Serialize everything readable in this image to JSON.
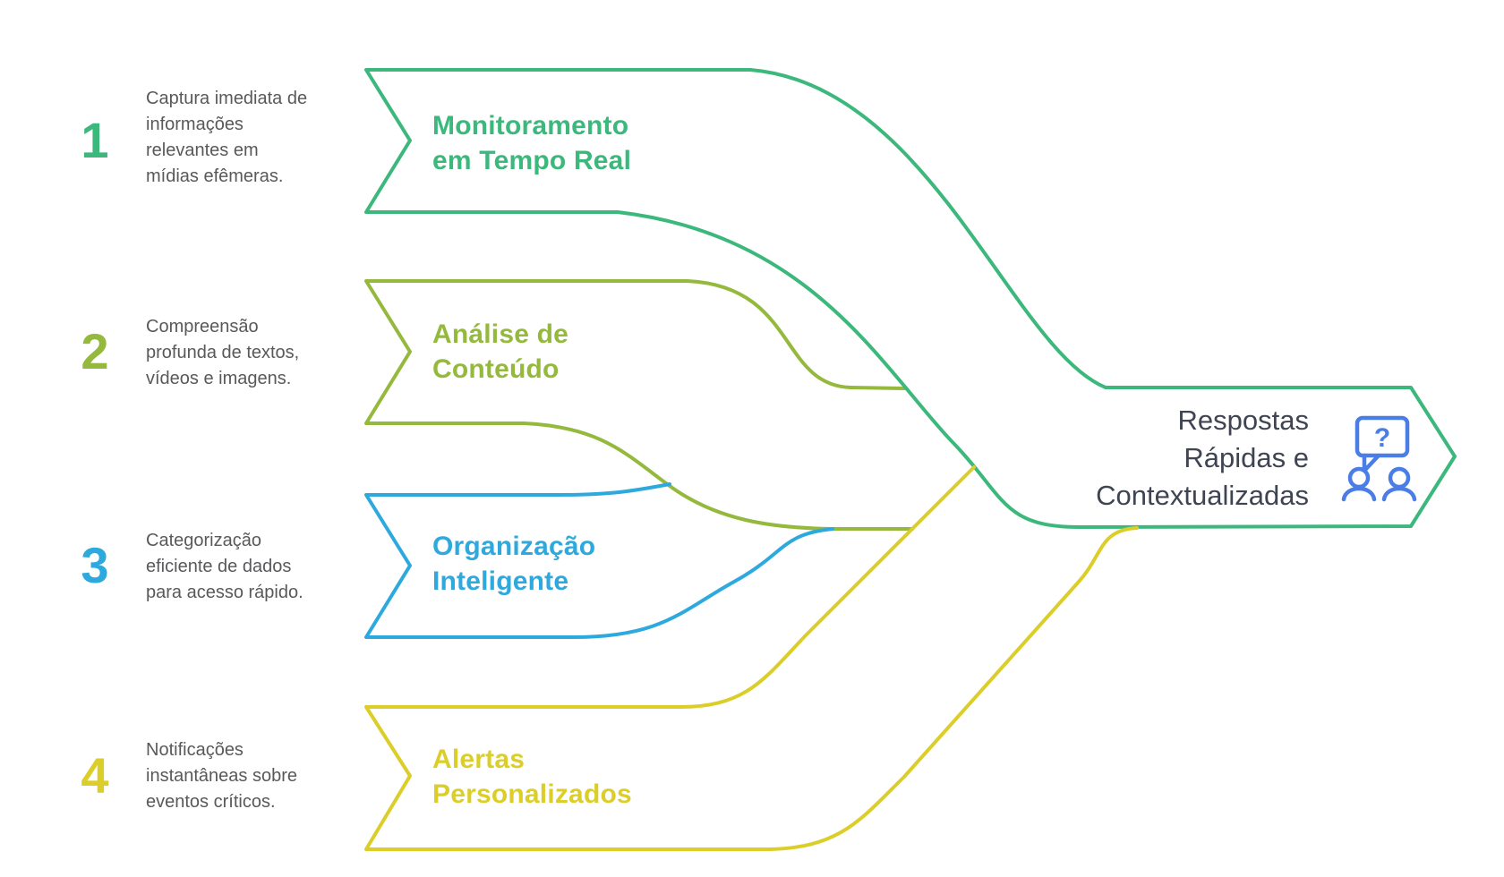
{
  "steps": [
    {
      "number": "1",
      "description": "Captura imediata de\ninformações\nrelevantes em\nmídias efêmeras.",
      "label": "Monitoramento\nem Tempo Real",
      "color": "#3cb87c"
    },
    {
      "number": "2",
      "description": "Compreensão\nprofunda de textos,\nvídeos e imagens.",
      "label": "Análise de\nConteúdo",
      "color": "#94b93c"
    },
    {
      "number": "3",
      "description": "Categorização\neficiente de dados\npara acesso rápido.",
      "label": "Organização\nInteligente",
      "color": "#2ea9de"
    },
    {
      "number": "4",
      "description": "Notificações\ninstantâneas sobre\neventos críticos.",
      "label": "Alertas\nPersonalizados",
      "color": "#dcce29"
    }
  ],
  "result": {
    "label": "Respostas\nRápidas e\nContextualizadas",
    "question_mark": "?",
    "icon": "people-question-icon",
    "icon_color": "#4a7de6",
    "outline_color": "#3cb87c",
    "text_color": "#3e4451"
  },
  "colors": {
    "background": "#ffffff",
    "description_text": "#58595b",
    "step1_green": "#3cb87c",
    "step2_olive": "#94b93c",
    "step3_blue": "#2ea9de",
    "step4_yellow": "#dcce29"
  }
}
